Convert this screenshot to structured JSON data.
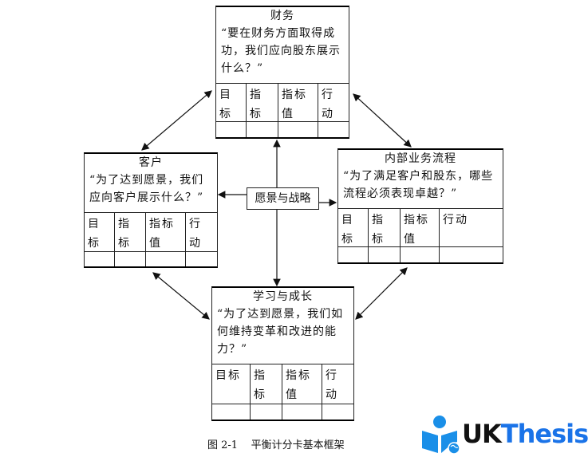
{
  "center": "愿景与战略",
  "columns": [
    "目标",
    "指标",
    "指标值",
    "行动"
  ],
  "perspectives": {
    "finance": {
      "title": "财务",
      "question": "“要在财务方面取得成功，我们应向股东展示什么？”"
    },
    "customer": {
      "title": "客户",
      "question": "“为了达到愿景，我们应向客户展示什么？”"
    },
    "internal": {
      "title": "内部业务流程",
      "question": "“为了满足客户和股东，哪些流程必须表现卓越？”"
    },
    "learning": {
      "title": "学习与成长",
      "question": "“为了达到愿景，我们如何维持变革和改进的能力？”"
    }
  },
  "caption": "图 2-1    平衡计分卡基本框架",
  "logo": {
    "uk": "UK",
    "thesis": "Thesis",
    "colors": {
      "uk": "#111111",
      "thesis": "#1a73e8",
      "icon": "#1a8fe8"
    }
  }
}
